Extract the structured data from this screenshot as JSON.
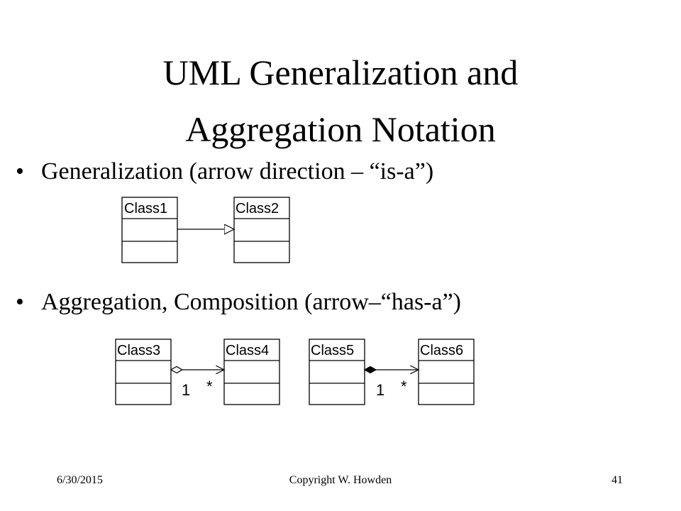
{
  "title": {
    "line1": "UML Generalization and",
    "line2": "Aggregation Notation"
  },
  "bullets": [
    {
      "marker": "•",
      "text": "Generalization (arrow direction – “is-a”)"
    },
    {
      "marker": "•",
      "text": "Aggregation, Composition (arrow–“has-a”)"
    }
  ],
  "classes": {
    "class1": "Class1",
    "class2": "Class2",
    "class3": "Class3",
    "class4": "Class4",
    "class5": "Class5",
    "class6": "Class6"
  },
  "multiplicities": {
    "aggregation_source": "1",
    "aggregation_target": "*",
    "composition_source": "1",
    "composition_target": "*"
  },
  "footer": {
    "date": "6/30/2015",
    "copyright": "Copyright W. Howden",
    "page": "41"
  }
}
